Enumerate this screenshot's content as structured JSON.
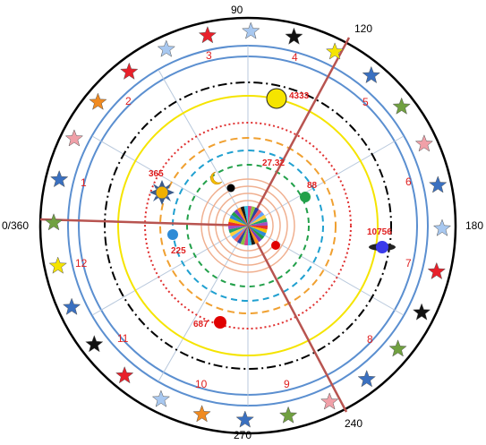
{
  "degree_labels": [
    "90",
    "120",
    "180",
    "240",
    "270",
    "0/360"
  ],
  "sectors": [
    "1",
    "2",
    "3",
    "4",
    "5",
    "6",
    "7",
    "8",
    "9",
    "10",
    "11",
    "12"
  ],
  "bodies": [
    {
      "name": "sun-core",
      "color": "pie-multicolor"
    },
    {
      "name": "mercury",
      "color": "#e00000"
    },
    {
      "name": "venus",
      "color": "#000000"
    },
    {
      "name": "earth",
      "color": "#22a04a",
      "period": "88"
    },
    {
      "name": "moon",
      "color": "#f5c000",
      "period": "27.32"
    },
    {
      "name": "sun",
      "color": "#f0b000",
      "period": "365"
    },
    {
      "name": "earth-blue",
      "color": "#2e8bd6",
      "period": "225"
    },
    {
      "name": "mars",
      "color": "#e00000",
      "period": "687"
    },
    {
      "name": "jupiter",
      "color": "#f5e400",
      "period": "4333"
    },
    {
      "name": "saturn",
      "color": "#3a3aea",
      "period": "10756"
    }
  ],
  "stars": [
    "red",
    "lightblue",
    "black",
    "yellow",
    "blue",
    "green",
    "pink",
    "blue",
    "lightblue",
    "red",
    "black",
    "green",
    "blue",
    "pink",
    "green",
    "blue",
    "orange",
    "lightblue",
    "red",
    "black",
    "blue",
    "yellow",
    "green",
    "blue",
    "pink",
    "orange",
    "red",
    "lightblue"
  ],
  "colors": {
    "outer_ring": "#000000",
    "zodiac_ring": "#5b8fd0",
    "axis_lines": "#b85450",
    "saturn_ring": "#000000",
    "jupiter_ring": "#f5e400",
    "mars_ring": "#e03030",
    "earth_ring": "#f0a030",
    "venus_ring": "#20a0d0",
    "mercury_ring": "#22a04a",
    "inner_rings": "#f0b090",
    "label_red": "#e02020"
  }
}
